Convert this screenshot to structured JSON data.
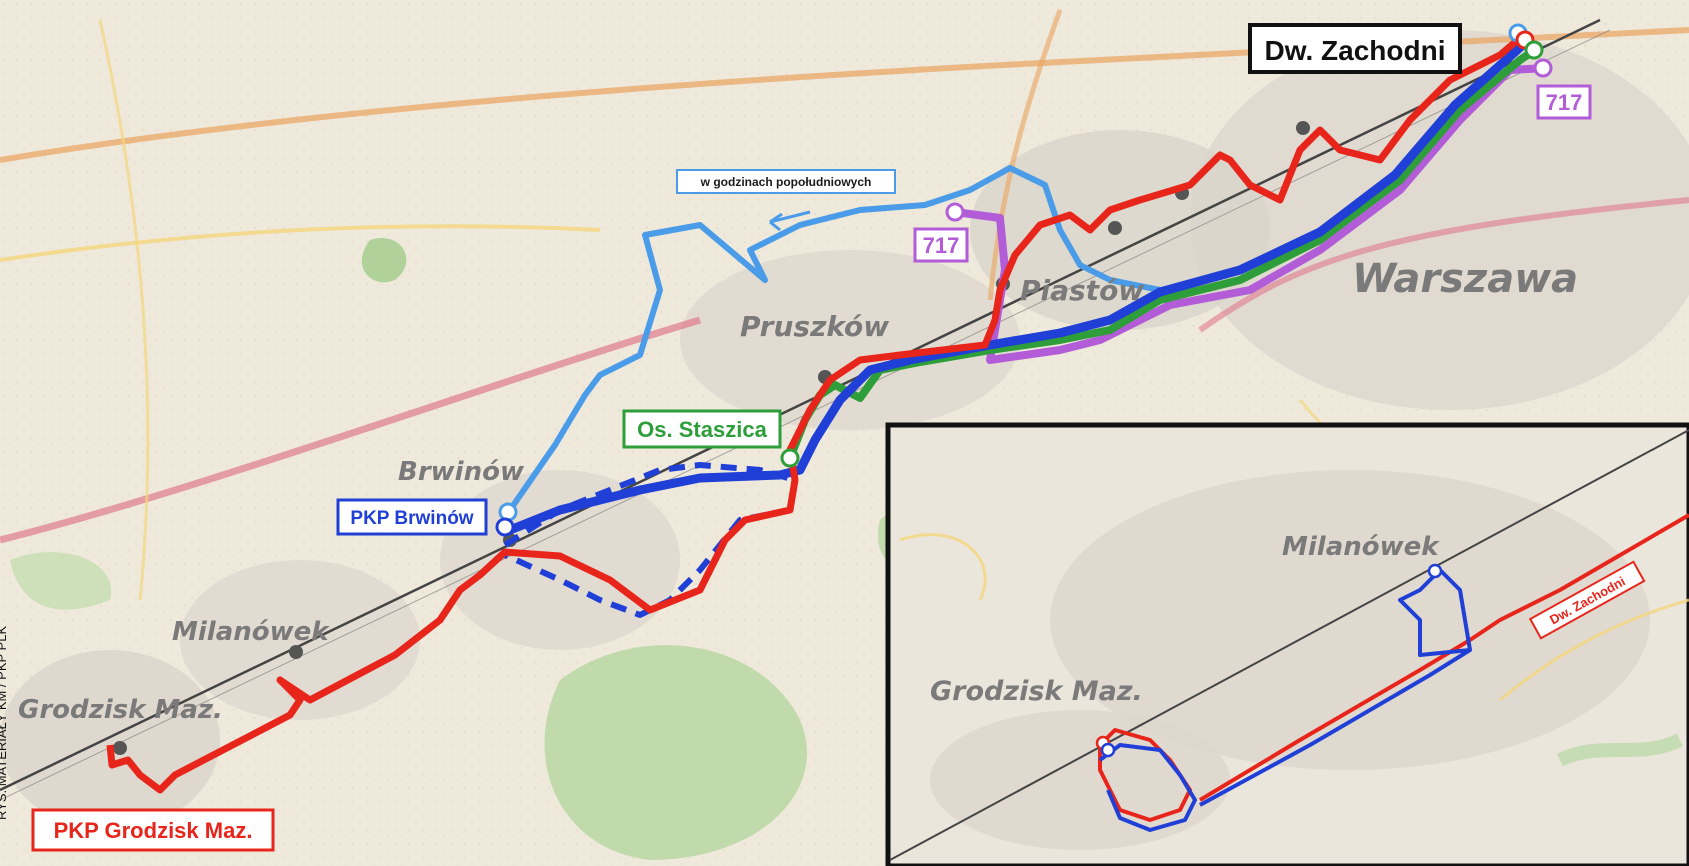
{
  "labels": {
    "dw_zachodni": "Dw. Zachodni",
    "route_717_top": "717",
    "route_717_mid": "717",
    "afternoon_note": "w godzinach popołudniowych",
    "piastow": "Piastów",
    "warszawa": "Warszawa",
    "pruszkow": "Pruszków",
    "os_staszica": "Os. Staszica",
    "brwinow": "Brwinów",
    "pkp_brwinow": "PKP Brwinów",
    "milanowek": "Milanówek",
    "grodzisk": "Grodzisk Maz.",
    "pkp_grodzisk": "PKP Grodzisk Maz."
  },
  "inset": {
    "milanowek": "Milanówek",
    "grodzisk": "Grodzisk Maz.",
    "dw_zachodni": "Dw. Zachodni"
  },
  "credit": "RYS. MATERIAŁY KM / PKP PLK",
  "colors": {
    "red_route": "#e8251b",
    "dark_blue_route": "#1f3fd6",
    "light_blue_route": "#4a9be8",
    "green_route": "#2e9e3a",
    "purple_route": "#b35cd8",
    "railway": "#444444",
    "map_base": "#efe9dc"
  }
}
